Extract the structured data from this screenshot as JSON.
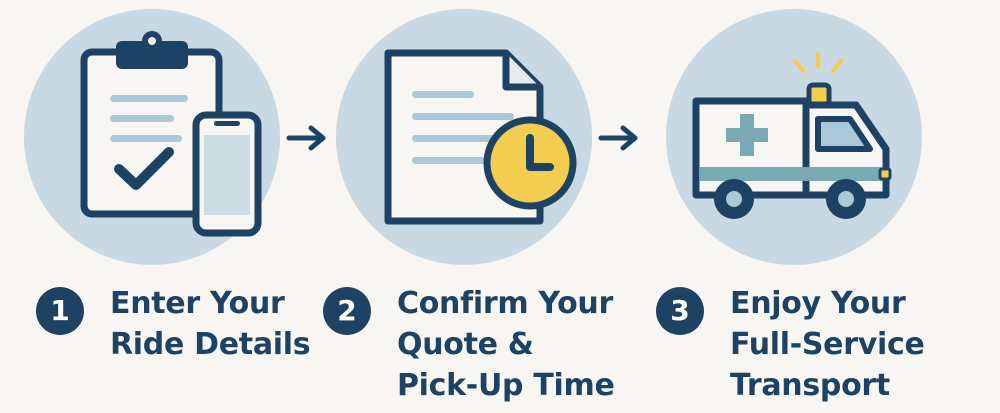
{
  "colors": {
    "navy": "#1d4263",
    "circle": "#c8d9e3",
    "background": "#f8f6f2",
    "teal": "#79aab3",
    "light_blue": "#a9c8d8",
    "yellow": "#f2cd4f"
  },
  "steps": [
    {
      "number": "1",
      "lines": [
        "Enter Your",
        "Ride Details"
      ],
      "icon": "clipboard-phone-icon"
    },
    {
      "number": "2",
      "lines": [
        "Confirm Your",
        "Quote &",
        "Pick-Up Time"
      ],
      "icon": "document-clock-icon"
    },
    {
      "number": "3",
      "lines": [
        "Enjoy Your",
        "Full-Service",
        "Transport"
      ],
      "icon": "ambulance-icon"
    }
  ],
  "connectors": [
    "arrow-right-icon",
    "arrow-right-icon"
  ]
}
